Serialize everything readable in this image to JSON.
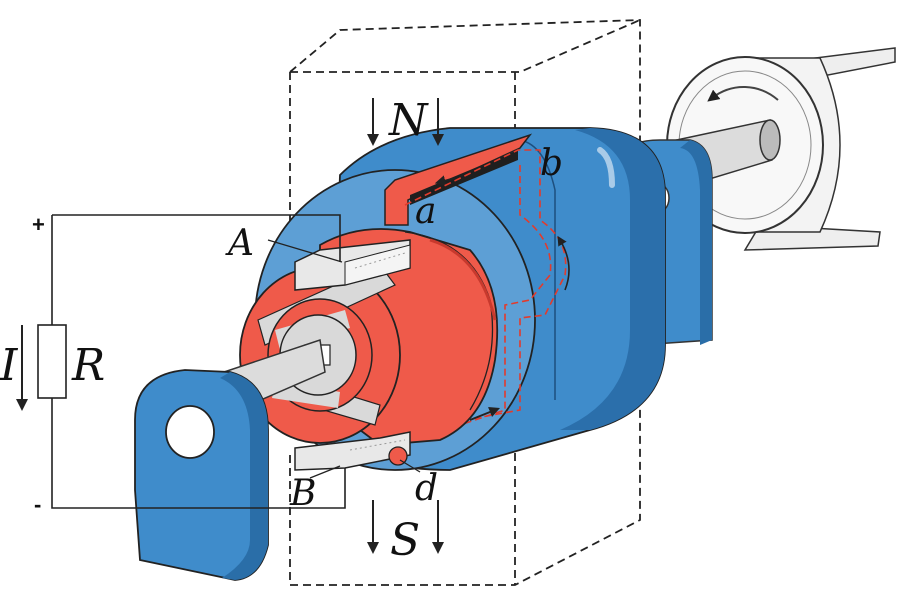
{
  "labels": {
    "pole_north": "N",
    "pole_south": "S",
    "brush_a": "A",
    "brush_b": "B",
    "coil_a": "a",
    "coil_b": "b",
    "coil_d": "d",
    "current": "I",
    "resistor": "R",
    "terminal_plus": "+",
    "terminal_minus": "-"
  },
  "colors": {
    "housing_blue": "#3d8ac8",
    "housing_dark": "#2a6ea8",
    "housing_light": "#a9cbe8",
    "copper_red": "#ef5a4a",
    "copper_dark": "#c8392d",
    "brush_gray": "#e4e4e4",
    "shaft_gray": "#d9d9d9",
    "line": "#222222"
  }
}
